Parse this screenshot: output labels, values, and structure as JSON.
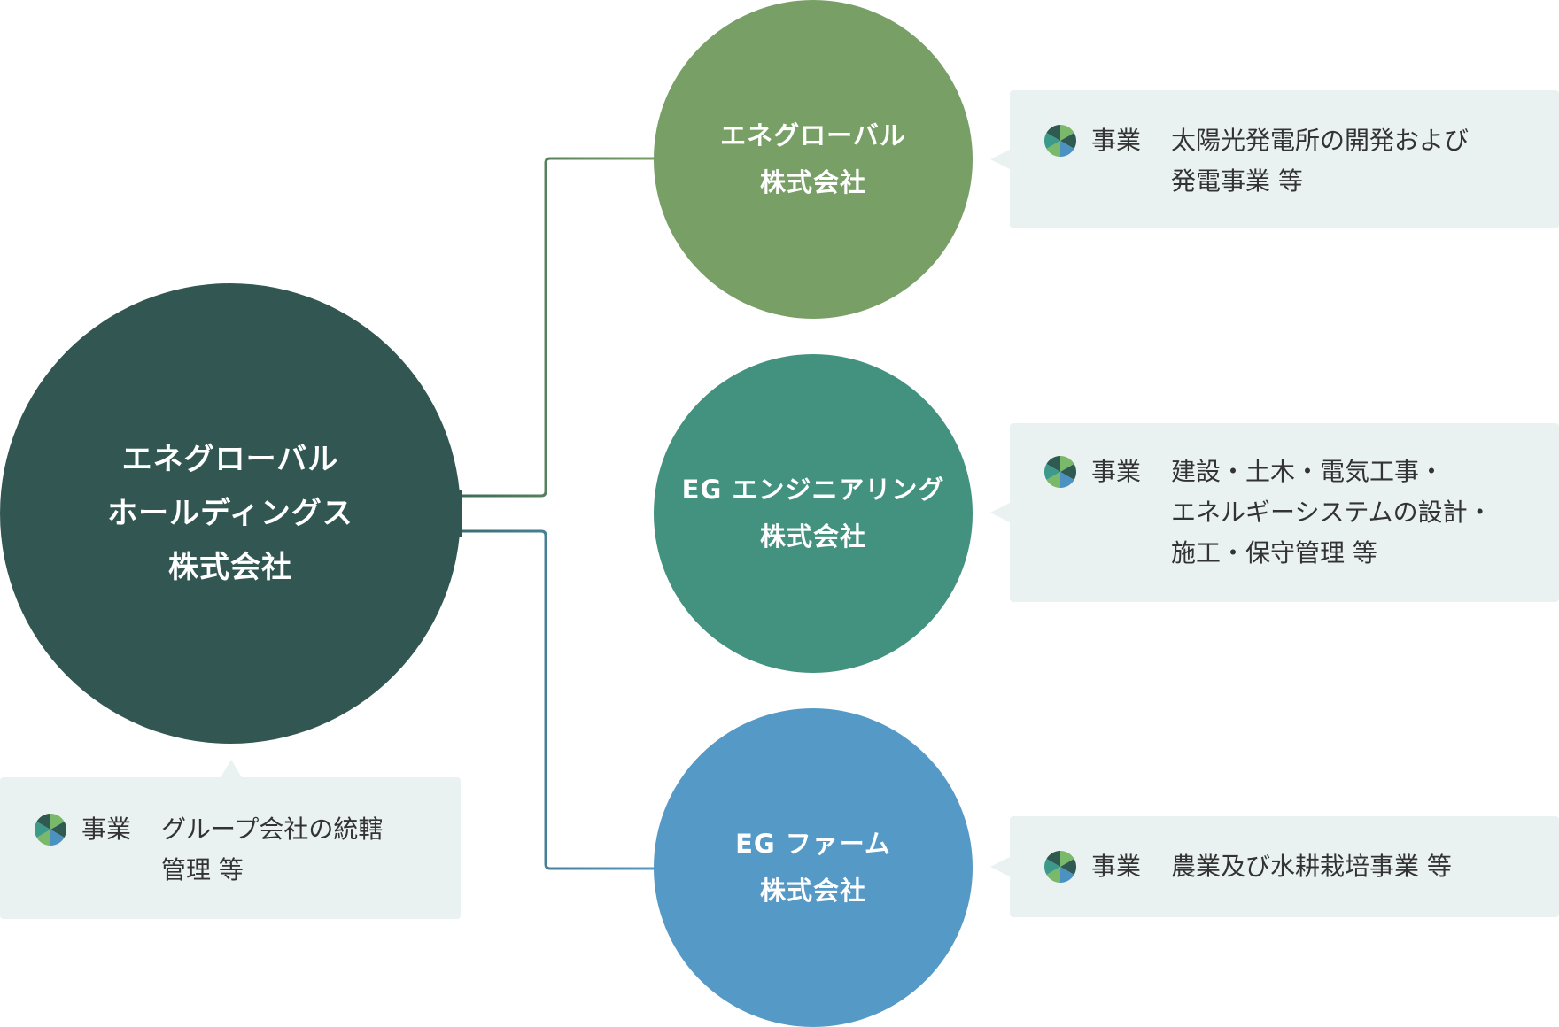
{
  "colors": {
    "parent": "#325752",
    "child1": "#789f65",
    "child2": "#43927f",
    "child3": "#5599c6",
    "info_bg": "#eaf2f1",
    "logo_segments": [
      "#2f5a52",
      "#7ab86a",
      "#3d9a8a",
      "#4b92c2"
    ]
  },
  "parent": {
    "lines": [
      "エネグローバル",
      "ホールディングス",
      "株式会社"
    ],
    "business_label": "事業",
    "business_lines": [
      "グループ会社の統轄",
      "管理 等"
    ],
    "logo_icon": "pinwheel-logo-icon"
  },
  "children": [
    {
      "lines": [
        "エネグローバル",
        "株式会社"
      ],
      "business_label": "事業",
      "business_lines": [
        "太陽光発電所の開発および",
        "発電事業 等"
      ],
      "logo_icon": "pinwheel-logo-icon"
    },
    {
      "lines": [
        "EG エンジニアリング",
        "株式会社"
      ],
      "business_label": "事業",
      "business_lines": [
        "建設・土木・電気工事・",
        "エネルギーシステムの設計・",
        "施工・保守管理 等"
      ],
      "logo_icon": "pinwheel-logo-icon"
    },
    {
      "lines": [
        "EG ファーム",
        "株式会社"
      ],
      "business_label": "事業",
      "business_lines": [
        "農業及び水耕栽培事業 等"
      ],
      "logo_icon": "pinwheel-logo-icon"
    }
  ]
}
